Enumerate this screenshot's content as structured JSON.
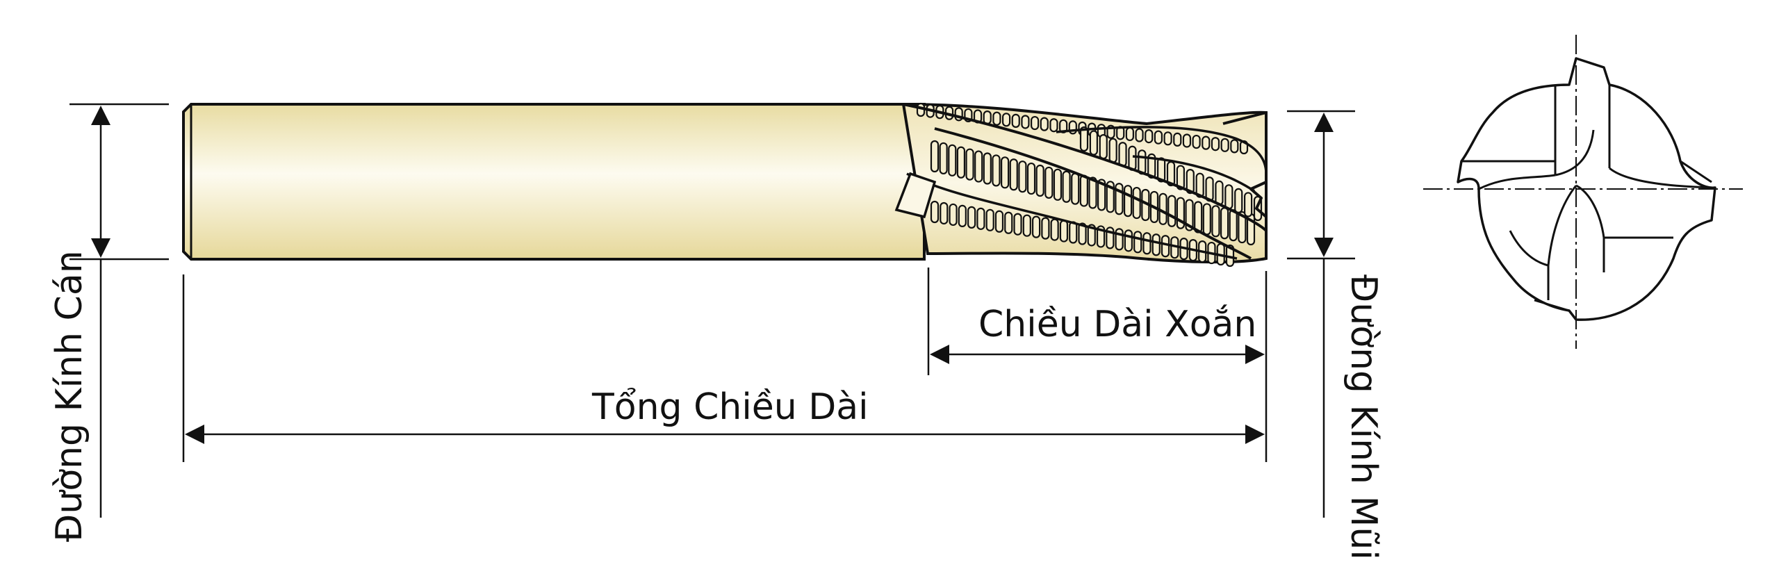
{
  "labels": {
    "shank_diameter": "Đường Kính Cán",
    "overall_length": "Tổng Chiều Dài",
    "flute_length": "Chiều Dài Xoắn",
    "cutting_diameter": "Đường Kính Mũi"
  },
  "colors": {
    "shank_light": "#fdfbf0",
    "shank_dark": "#e8dca2",
    "line": "#111111"
  }
}
